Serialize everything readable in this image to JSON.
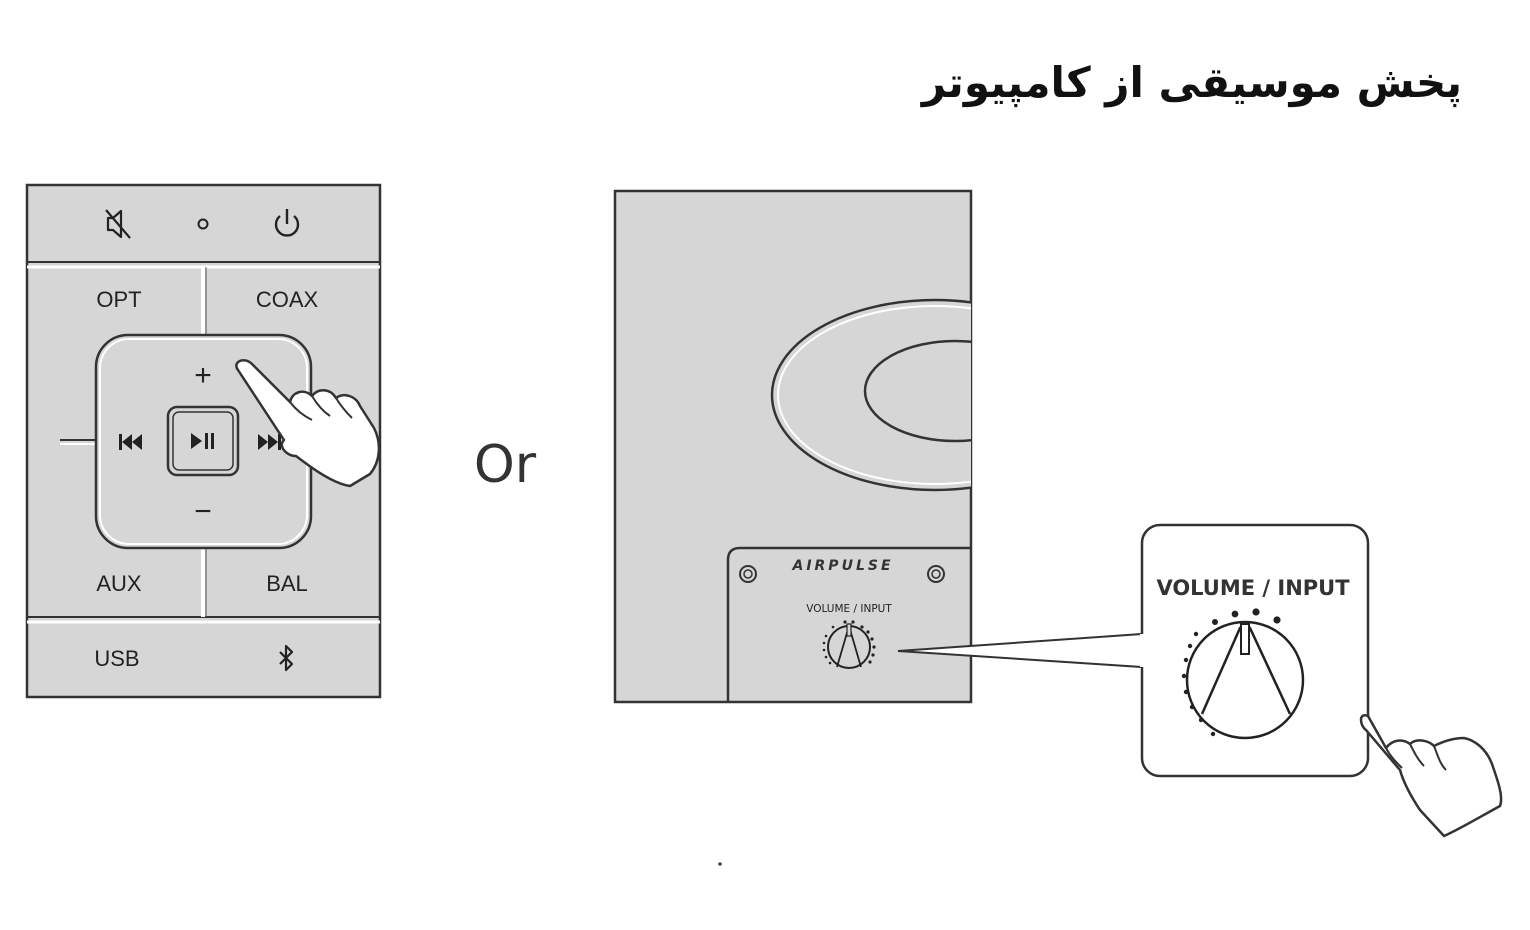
{
  "title": "پخش موسیقی از کامپیوتر",
  "remote": {
    "buttons": {
      "opt": "OPT",
      "coax": "COAX",
      "aux": "AUX",
      "bal": "BAL",
      "usb": "USB"
    },
    "plus_symbol": "+",
    "minus_symbol": "−"
  },
  "separator": "Or",
  "speaker": {
    "brand": "AIRPULSE",
    "knob_label": "VOLUME / INPUT"
  },
  "callout": {
    "knob_label": "VOLUME / INPUT"
  },
  "colors": {
    "panel_fill": "#d6d6d6",
    "stroke": "#333333",
    "background": "#ffffff"
  }
}
